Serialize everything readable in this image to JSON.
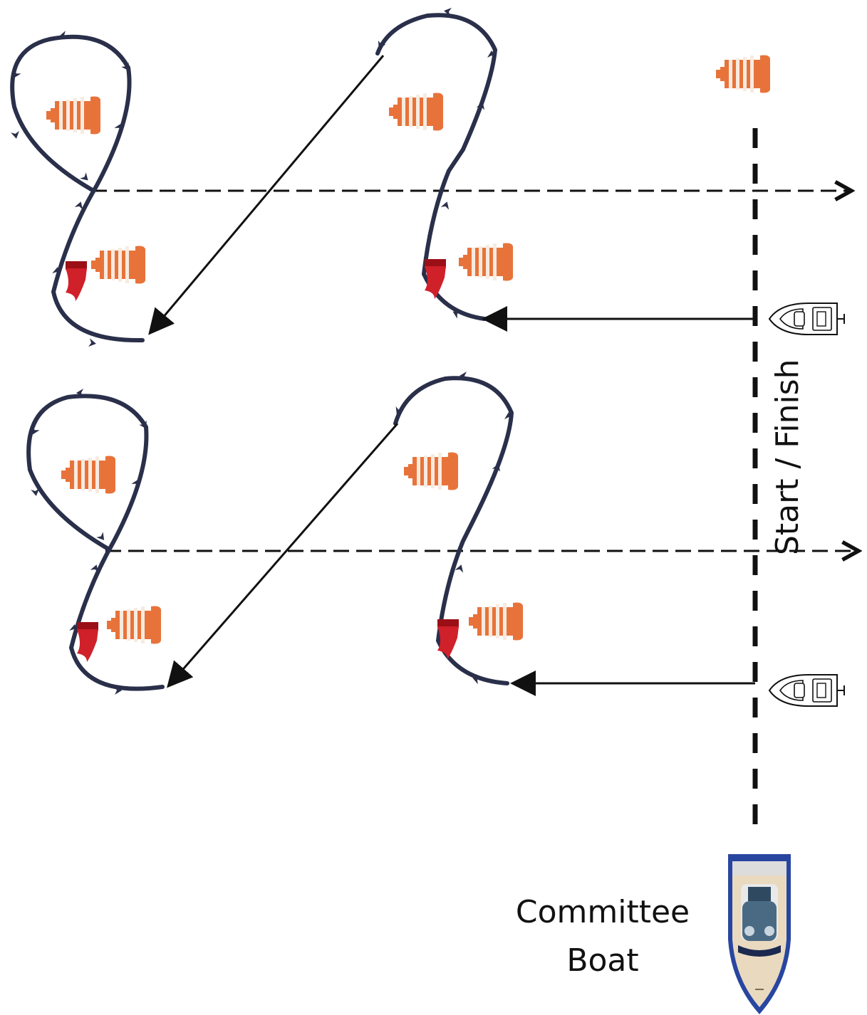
{
  "labels": {
    "start_finish": "Start / Finish",
    "committee_line1": "Committee",
    "committee_line2": "Boat"
  },
  "colors": {
    "path": "#2a2f4a",
    "buoy_orange": "#e8733a",
    "buoy_stripe": "#f7ebe0",
    "flag_red": "#d0202a",
    "flag_dark": "#9a1016",
    "boat_blue": "#2846a0",
    "boat_deck": "#e9d9bf",
    "boat_cabin": "#4a6a84",
    "line": "#111111"
  },
  "icons": {
    "mark": "buoy-icon",
    "flagged_mark": "flag-icon",
    "small_boat": "boat-icon",
    "committee": "committee-boat-icon"
  }
}
